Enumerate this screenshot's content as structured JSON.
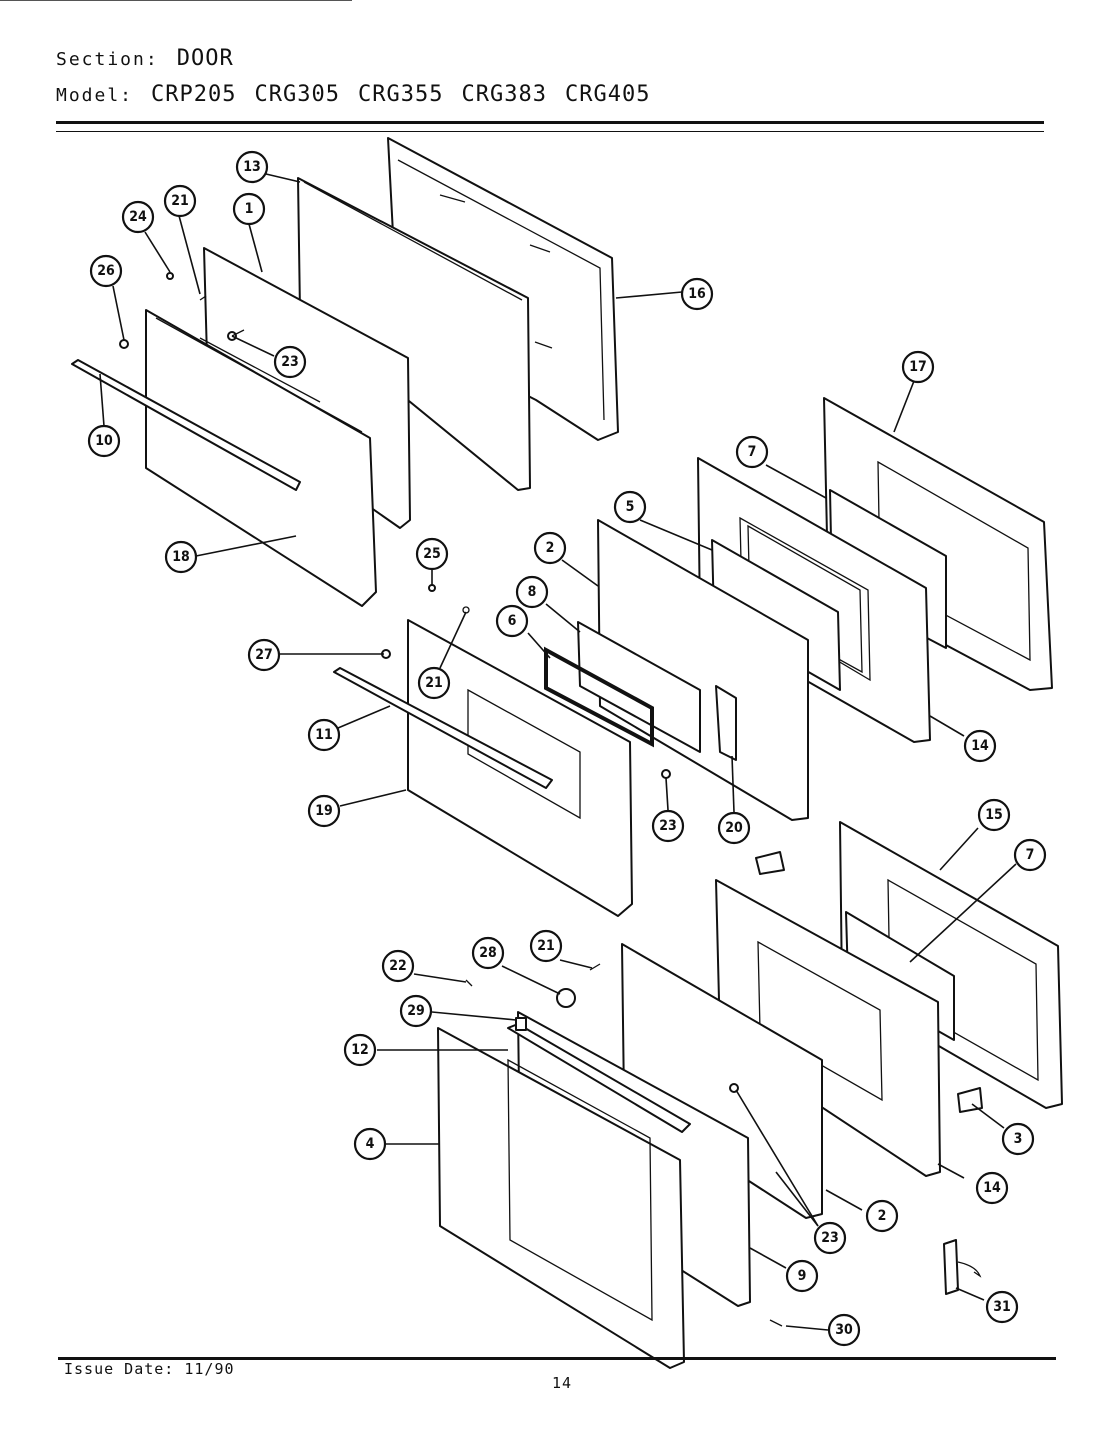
{
  "header": {
    "section_label": "Section:",
    "section_value": "DOOR",
    "model_label": "Model:",
    "models": [
      "CRP205",
      "CRG305",
      "CRG355",
      "CRG383",
      "CRG405"
    ]
  },
  "callouts": [
    "13",
    "21",
    "1",
    "24",
    "26",
    "23",
    "16",
    "10",
    "18",
    "17",
    "7",
    "5",
    "2",
    "8",
    "6",
    "25",
    "27",
    "21",
    "11",
    "19",
    "23",
    "20",
    "14",
    "15",
    "7",
    "28",
    "21",
    "22",
    "29",
    "12",
    "4",
    "3",
    "14",
    "2",
    "23",
    "9",
    "31",
    "30"
  ],
  "footer": {
    "issue_date": "Issue Date: 11/90",
    "page_number": "14"
  }
}
